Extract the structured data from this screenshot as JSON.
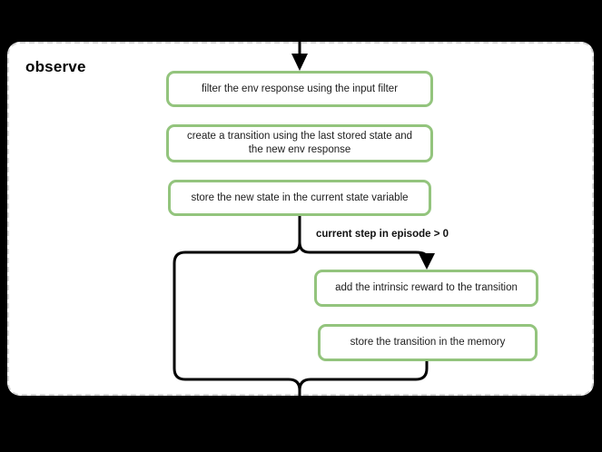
{
  "diagram": {
    "title": "observe",
    "type": "flowchart",
    "condition_label": "current step in episode > 0",
    "boxes": [
      {
        "id": "filter-env-response",
        "label": "filter the env response using the input filter"
      },
      {
        "id": "create-transition",
        "label": "create a transition using the last stored state and the new env response"
      },
      {
        "id": "store-new-state",
        "label": "store the new state in the current state variable"
      },
      {
        "id": "add-intrinsic-reward",
        "label": "add the intrinsic reward to the transition"
      },
      {
        "id": "store-transition",
        "label": "store the transition in the memory"
      }
    ],
    "edges": [
      "top-entry-arrow into filter-env-response",
      "store-new-state splits: left bypass loop and right conditional branch",
      "conditional branch arrow into add-intrinsic-reward",
      "store-transition and bypass loop merge into bottom exit line"
    ]
  },
  "colors": {
    "bg": "#000000",
    "container_bg": "#ffffff",
    "container_border": "#d5d5d5",
    "box_border": "#93c47d",
    "line": "#000000",
    "text": "#1c1c1c"
  }
}
